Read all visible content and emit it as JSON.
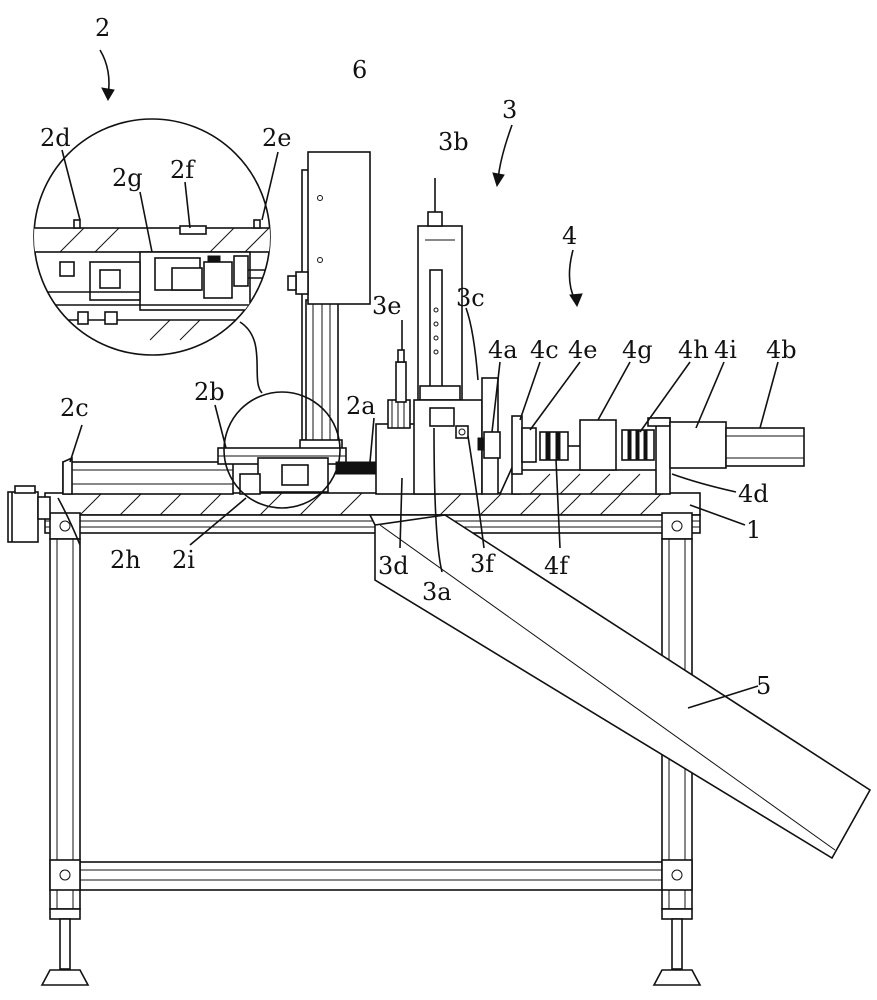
{
  "labels": {
    "l2": "2",
    "l6": "6",
    "l3": "3",
    "l3b": "3b",
    "l4": "4",
    "l2d": "2d",
    "l2e": "2e",
    "l2g": "2g",
    "l2f": "2f",
    "l3e": "3e",
    "l3c": "3c",
    "l4a": "4a",
    "l4c": "4c",
    "l4e": "4e",
    "l4g": "4g",
    "l4h": "4h",
    "l4i": "4i",
    "l4b": "4b",
    "l2c": "2c",
    "l2b": "2b",
    "l2a": "2a",
    "l4d": "4d",
    "l1": "1",
    "l2h": "2h",
    "l2i": "2i",
    "l3d": "3d",
    "l3f": "3f",
    "l4f": "4f",
    "l3a": "3a",
    "l5": "5"
  }
}
